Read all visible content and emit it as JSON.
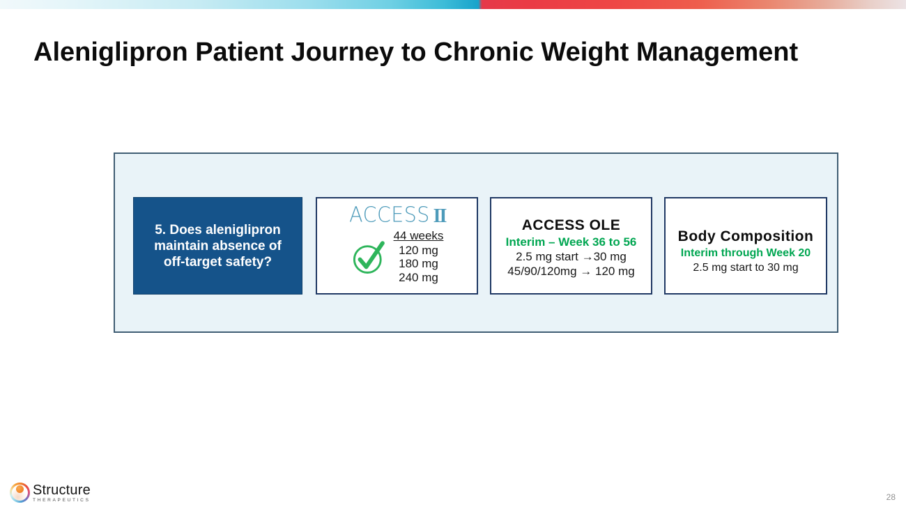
{
  "slide": {
    "title": "Aleniglipron Patient Journey to Chronic Weight Management",
    "page_number": "28"
  },
  "journey": {
    "question_box": {
      "lines": [
        "5. Does aleniglipron",
        "maintain absence of",
        "off-target safety?"
      ]
    },
    "access2": {
      "logo_word": "ACCESS",
      "logo_numeral": "II",
      "check_icon": "check-circle-icon",
      "duration": "44 weeks",
      "doses": [
        "120 mg",
        "180 mg",
        "240 mg"
      ]
    },
    "access_ole": {
      "title": "ACCESS OLE",
      "subtitle": "Interim – Week 36 to 56",
      "lines": [
        "2.5 mg start →30 mg",
        "45/90/120mg → 120 mg"
      ]
    },
    "body_composition": {
      "title": "Body Composition",
      "subtitle": "Interim through Week 20",
      "line": "2.5 mg start to 30 mg"
    }
  },
  "footer": {
    "logo_name": "Structure",
    "logo_subtext": "THERAPEUTICS"
  },
  "colors": {
    "question_box_fill": "#15538a",
    "box_border_navy": "#1f3864",
    "container_fill": "#e9f3f8",
    "container_border": "#3f5d73",
    "green_accent": "#00a651",
    "check_green": "#2eb55b",
    "access_logo_blue": "#4e9bba"
  }
}
